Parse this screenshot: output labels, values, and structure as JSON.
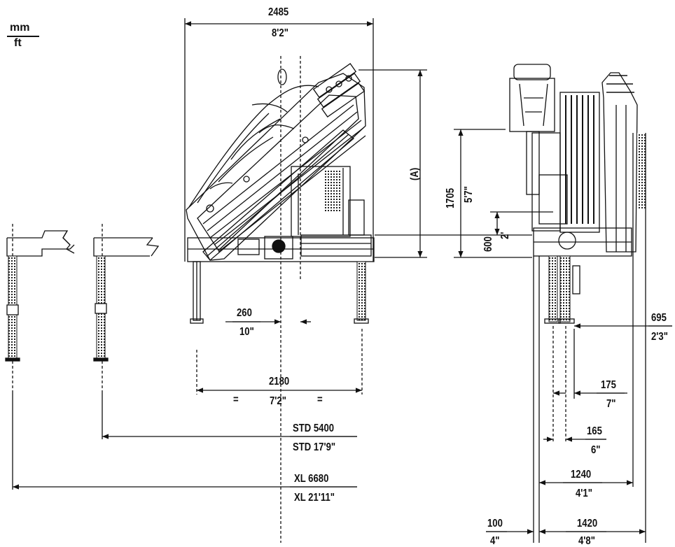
{
  "units": {
    "top": "mm",
    "bottom": "ft"
  },
  "dimensions": {
    "overall_width_mm": "2485",
    "overall_width_ft": "8'2\"",
    "height_a": "(A)",
    "height_1705_mm": "1705",
    "height_1705_ft": "5'7\"",
    "height_600_mm": "600",
    "height_600_ft": "2'",
    "offset_260_mm": "260",
    "offset_260_ft": "10\"",
    "base_2180_mm": "2180",
    "base_2180_ft": "7'2\"",
    "equal_sign": "=",
    "std_mm": "STD 5400",
    "std_ft": "STD 17'9\"",
    "xl_mm": "XL 6680",
    "xl_ft": "XL 21'11\"",
    "d695_mm": "695",
    "d695_ft": "2'3\"",
    "d175_mm": "175",
    "d175_ft": "7\"",
    "d165_mm": "165",
    "d165_ft": "6\"",
    "d1240_mm": "1240",
    "d1240_ft": "4'1\"",
    "d100_mm": "100",
    "d100_ft": "4\"",
    "d1420_mm": "1420",
    "d1420_ft": "4'8\""
  }
}
